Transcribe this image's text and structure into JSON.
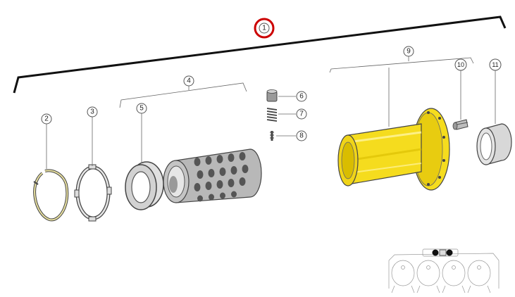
{
  "callouts": {
    "c1": "1",
    "c2": "2",
    "c3": "3",
    "c4": "4",
    "c5": "5",
    "c6": "6",
    "c7": "7",
    "c8": "8",
    "c9": "9",
    "c10": "10",
    "c11": "11"
  },
  "selected_callout": "1",
  "colors": {
    "highlight": "#cc0000",
    "part_yellow": "#f5dc1e",
    "part_yellow_dark": "#d9bd00",
    "part_gray": "#c8c8c8",
    "part_gray_dark": "#7a7a7a",
    "hole": "#555555"
  }
}
